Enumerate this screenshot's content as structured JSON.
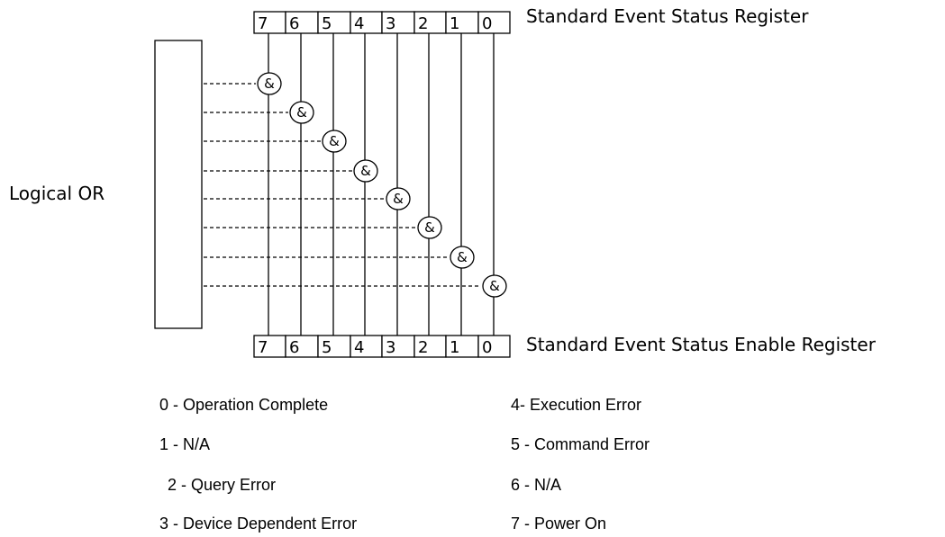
{
  "status_register": {
    "title": "Standard Event Status Register",
    "bits": [
      "7",
      "6",
      "5",
      "4",
      "3",
      "2",
      "1",
      "0"
    ]
  },
  "enable_register": {
    "title": "Standard Event Status Enable Register",
    "bits": [
      "7",
      "6",
      "5",
      "4",
      "3",
      "2",
      "1",
      "0"
    ]
  },
  "or_label": "Logical OR",
  "and_symbol": "&",
  "legend": {
    "left": [
      "0 - Operation Complete",
      "1 - N/A",
      "2 - Query Error",
      "3 - Device Dependent Error"
    ],
    "right": [
      "4- Execution Error",
      "5 - Command Error",
      "6 - N/A",
      "7 - Power On"
    ]
  }
}
